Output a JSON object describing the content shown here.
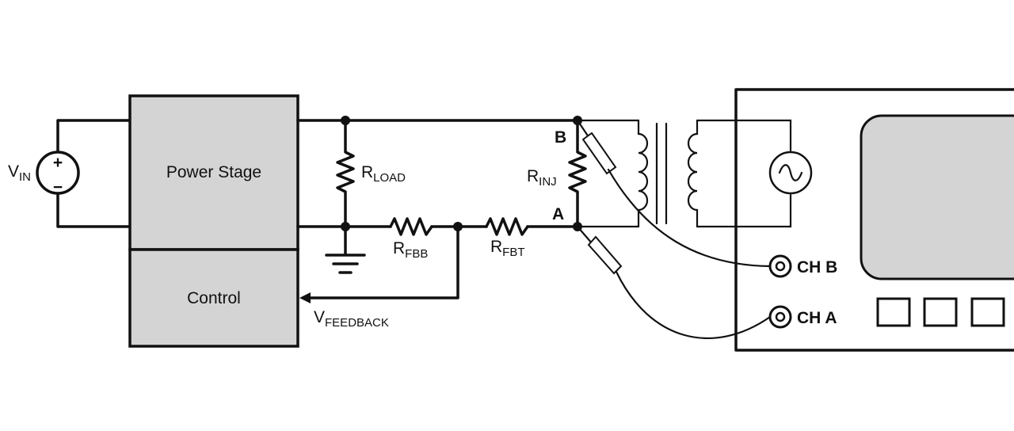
{
  "blocks": {
    "power_stage": "Power Stage",
    "control": "Control"
  },
  "labels": {
    "vin_main": "V",
    "vin_sub": "IN",
    "rload_main": "R",
    "rload_sub": "LOAD",
    "rfbb_main": "R",
    "rfbb_sub": "FBB",
    "rfbt_main": "R",
    "rfbt_sub": "FBT",
    "rinj_main": "R",
    "rinj_sub": "INJ",
    "vfb_main": "V",
    "vfb_sub": "FEEDBACK",
    "node_b": "B",
    "node_a": "A",
    "vin_plus": "+",
    "vin_minus": "−"
  },
  "instrument": {
    "ch_b": "CH B",
    "ch_a": "CH A",
    "screen_color": "#d4d4d4"
  },
  "icons": [
    "voltage-source-icon",
    "ground-icon",
    "ac-source-icon",
    "transformer-icon",
    "probe-icon",
    "bnc-connector-icon"
  ]
}
